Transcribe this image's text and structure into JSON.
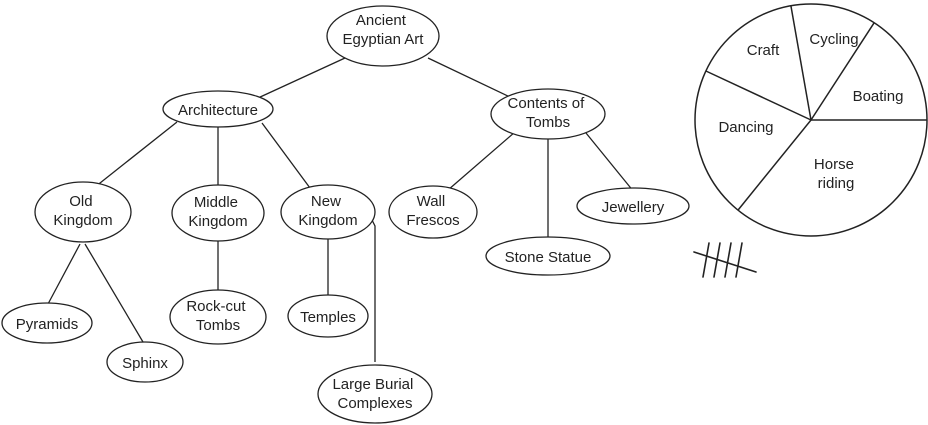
{
  "tree": {
    "root": [
      "Ancient",
      "Egyptian Art"
    ],
    "architecture": [
      "Architecture"
    ],
    "contents_of_tombs": [
      "Contents of",
      "Tombs"
    ],
    "old_kingdom": [
      "Old",
      "Kingdom"
    ],
    "middle_kingdom": [
      "Middle",
      "Kingdom"
    ],
    "new_kingdom": [
      "New",
      "Kingdom"
    ],
    "pyramids": [
      "Pyramids"
    ],
    "sphinx": [
      "Sphinx"
    ],
    "rock_cut_tombs": [
      "Rock-cut",
      "Tombs"
    ],
    "temples": [
      "Temples"
    ],
    "large_burial_complexes": [
      "Large Burial",
      "Complexes"
    ],
    "wall_frescos": [
      "Wall",
      "Frescos"
    ],
    "stone_statue": [
      "Stone Statue"
    ],
    "jewellery": [
      "Jewellery"
    ]
  },
  "pie": {
    "slices": [
      {
        "label": [
          "Craft"
        ],
        "boundary_deg": 260
      },
      {
        "label": [
          "Cycling"
        ],
        "boundary_deg": 303
      },
      {
        "label": [
          "Boating"
        ],
        "boundary_deg": 0
      },
      {
        "label": [
          "Horse",
          "riding"
        ],
        "boundary_deg": 129
      },
      {
        "label": [
          "Dancing"
        ],
        "boundary_deg": 205
      }
    ]
  },
  "tally": {
    "count": 5
  }
}
